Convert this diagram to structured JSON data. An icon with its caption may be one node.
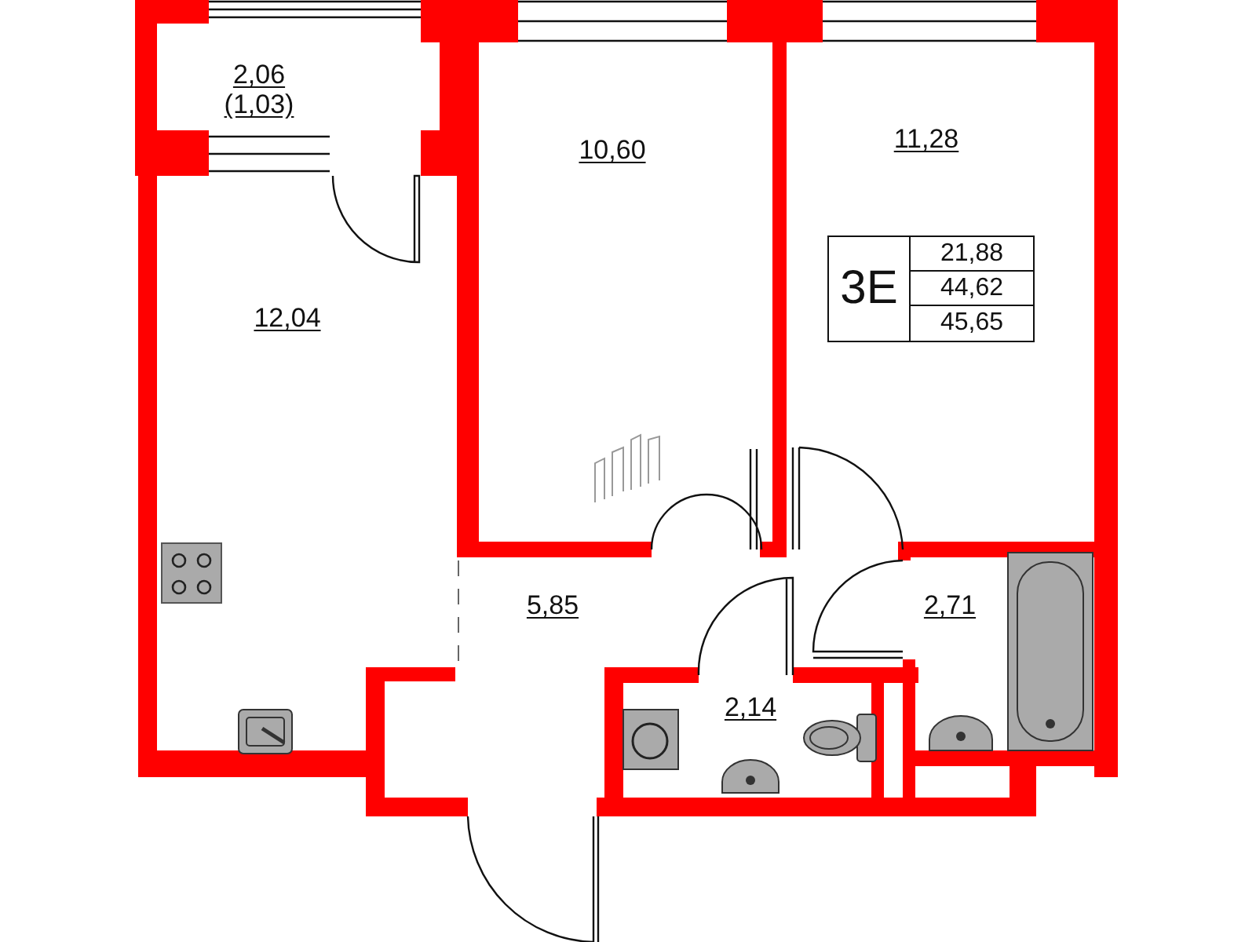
{
  "diagram": {
    "labels": [
      "2,06",
      "(1,03)",
      "10,60",
      "11,28",
      "12,04",
      "3E",
      "21,88",
      "44,62",
      "45,65",
      "5,85",
      "2,71",
      "2,14"
    ]
  }
}
